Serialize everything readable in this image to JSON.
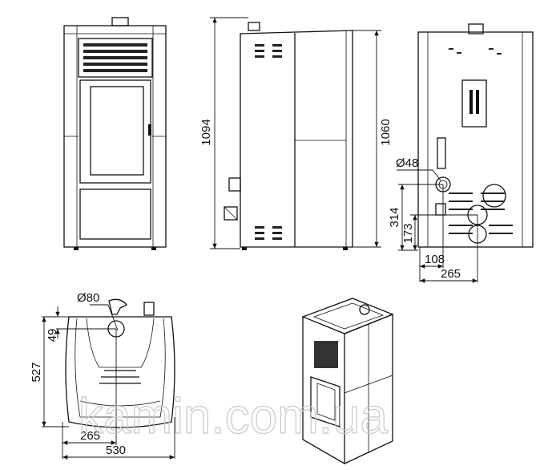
{
  "drawing": {
    "front_view": {},
    "side_view": {
      "height_total": "1094",
      "height_body": "1060"
    },
    "rear_view": {
      "flue_diameter": "Ø48",
      "flue_height": "314",
      "inlet_height": "173",
      "flue_offset": "108",
      "inlet_offset": "265"
    },
    "top_view": {
      "outlet_diameter": "Ø80",
      "outlet_depth": "49",
      "depth": "527",
      "outlet_center": "265",
      "width": "530"
    },
    "watermark": "kamin.com.ua"
  }
}
